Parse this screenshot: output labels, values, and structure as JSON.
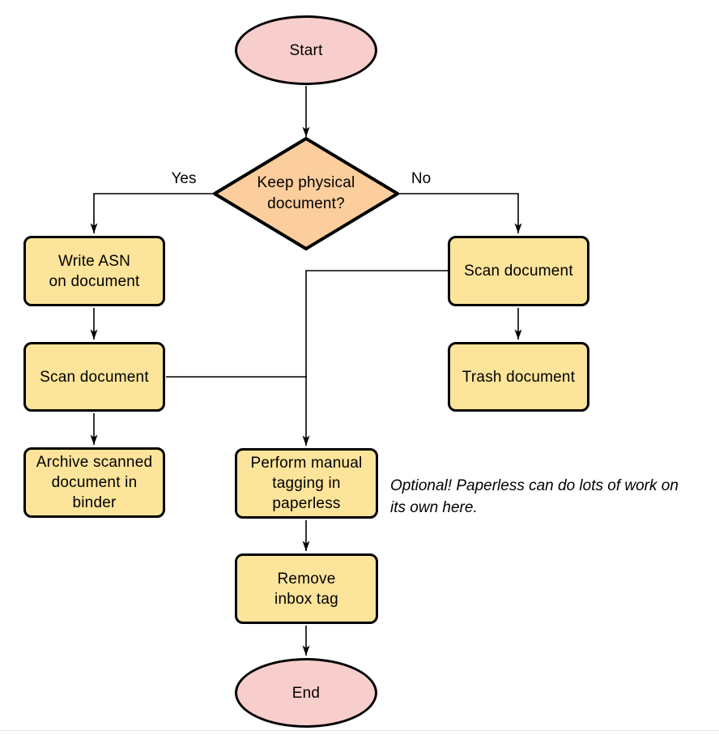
{
  "diagram": {
    "nodes": {
      "start": {
        "label": "Start",
        "shape": "terminator"
      },
      "decision": {
        "label": "Keep physical\ndocument?",
        "shape": "decision"
      },
      "write_asn": {
        "label": "Write ASN\non document",
        "shape": "process"
      },
      "scan_left": {
        "label": "Scan document",
        "shape": "process"
      },
      "archive": {
        "label": "Archive scanned\ndocument in\nbinder",
        "shape": "process"
      },
      "scan_right": {
        "label": "Scan document",
        "shape": "process"
      },
      "trash": {
        "label": "Trash document",
        "shape": "process"
      },
      "tagging": {
        "label": "Perform manual\ntagging in\npaperless",
        "shape": "process"
      },
      "remove_tag": {
        "label": "Remove\ninbox tag",
        "shape": "process"
      },
      "end": {
        "label": "End",
        "shape": "terminator"
      }
    },
    "edge_labels": {
      "yes": "Yes",
      "no": "No"
    },
    "annotation": "Optional! Paperless can do lots of work on\nits own here.",
    "colors": {
      "terminator_fill": "#f8cecc",
      "decision_fill": "#fccd9d",
      "process_fill": "#fde49b",
      "stroke": "#000000"
    }
  }
}
